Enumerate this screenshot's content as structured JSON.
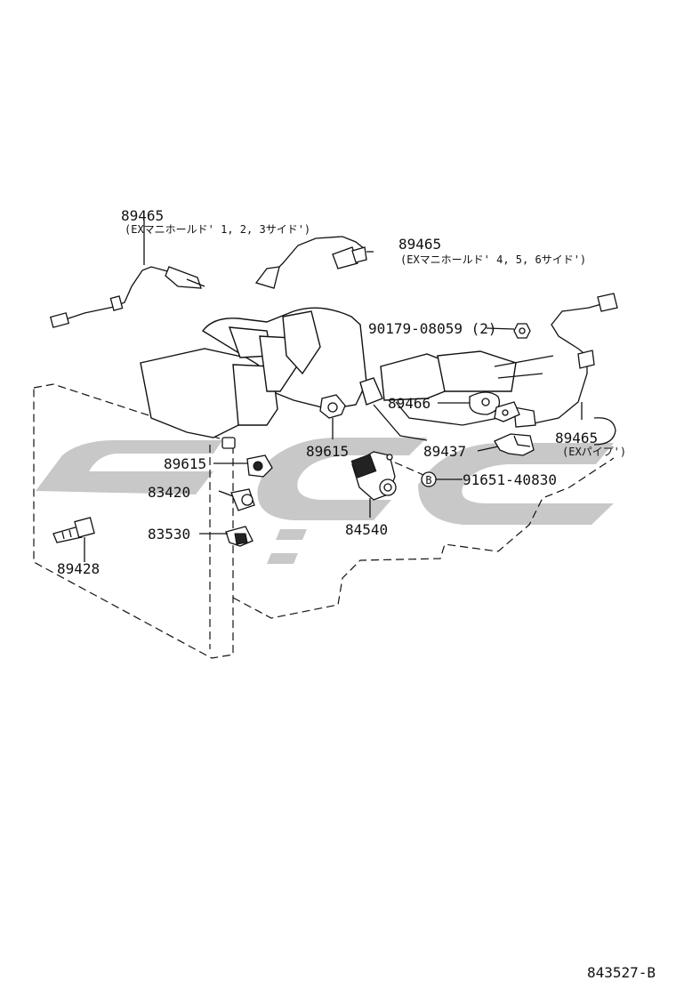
{
  "labels": {
    "o2_sensor_front": "89465",
    "o2_sensor_front_note": "(EXマニホールド' 1, 2, 3サイド')",
    "o2_sensor_rear": "89465",
    "o2_sensor_rear_note": "(EXマニホールド' 4, 5, 6サイド')",
    "nut": "90179-08059 (2)",
    "gasket": "89466",
    "o2_sensor_pipe": "89465",
    "o2_sensor_pipe_note": "(EXパイプ')",
    "bracket": "89437",
    "bolt": "91651-40830",
    "bolt_marker": "B",
    "knock_sensor_center": "89615",
    "knock_sensor_left": "89615",
    "water_temp_sensor": "83420",
    "oil_pressure_switch": "83530",
    "throttle_position_sensor": "84540",
    "intake_air_temp_sensor": "89428",
    "diagram_code": "843527-B"
  },
  "colors": {
    "line": "#111111",
    "watermark": "#9a9a9a"
  }
}
